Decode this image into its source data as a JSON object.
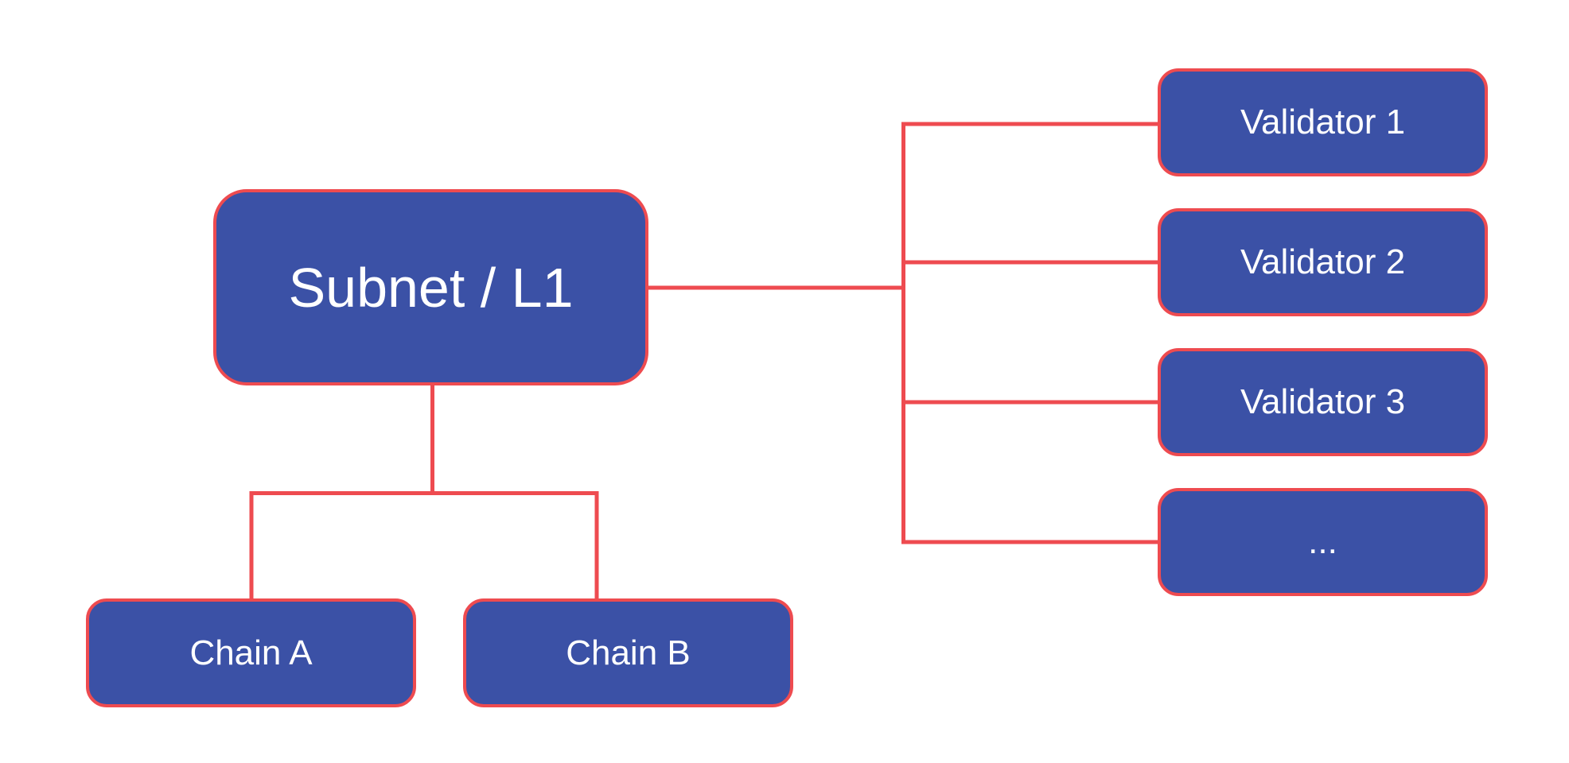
{
  "theme": {
    "node_fill": "#3B51A6",
    "node_border": "#EE4B50",
    "connector": "#EE4B50",
    "text_color": "#FFFFFF",
    "background": "#FFFFFF"
  },
  "nodes": {
    "subnet": {
      "label": "Subnet / L1"
    },
    "validator1": {
      "label": "Validator 1"
    },
    "validator2": {
      "label": "Validator 2"
    },
    "validator3": {
      "label": "Validator 3"
    },
    "validatorMore": {
      "label": "..."
    },
    "chainA": {
      "label": "Chain A"
    },
    "chainB": {
      "label": "Chain B"
    }
  },
  "edges": [
    {
      "from": "Subnet / L1",
      "to": "Validator 1"
    },
    {
      "from": "Subnet / L1",
      "to": "Validator 2"
    },
    {
      "from": "Subnet / L1",
      "to": "Validator 3"
    },
    {
      "from": "Subnet / L1",
      "to": "..."
    },
    {
      "from": "Subnet / L1",
      "to": "Chain A"
    },
    {
      "from": "Subnet / L1",
      "to": "Chain B"
    }
  ]
}
